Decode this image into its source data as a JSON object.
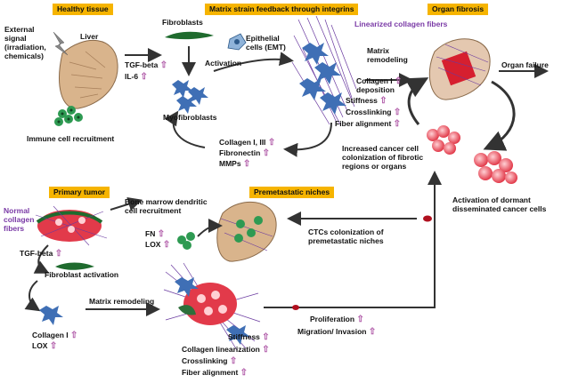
{
  "headers": {
    "healthy": "Healthy tissue",
    "matrix": "Matrix strain feedback through integrins",
    "fibrosis": "Organ fibrosis",
    "primary": "Primary tumor",
    "premet": "Premetastatic niches"
  },
  "labels": {
    "external": "External",
    "signal": "signal",
    "irradiation": "(irradiation,",
    "chemicals": "chemicals)",
    "liver": "Liver",
    "immune": "Immune cell recruitment",
    "tgf1": "TGF-beta",
    "il6": "IL-6",
    "fibroblasts": "Fibroblasts",
    "epithelial1": "Epithelial",
    "epithelial2": "cells (EMT)",
    "activation": "Activation",
    "myofib": "Myofibroblasts",
    "linearized": "Linearized collagen fibers",
    "col13": "Collagen I, III",
    "fibronectin": "Fibronectin",
    "mmps": "MMPs",
    "matrix_rem1": "Matrix",
    "matrix_rem2": "remodeling",
    "col_dep1": "Collagen I",
    "col_dep2": "deposition",
    "stiffness": "Stiffness",
    "crosslinking": "Crosslinking",
    "fiber_align": "Fiber alignment",
    "organ_failure": "Organ failure",
    "increased1": "Increased cancer cell",
    "increased2": "colonization of fibrotic",
    "increased3": "regions or organs",
    "activation_dormant1": "Activation of dormant",
    "activation_dormant2": "disseminated cancer cells",
    "normal1": "Normal",
    "normal2": "collagen",
    "normal3": "fibers",
    "tgf2": "TGF-beta",
    "fib_act": "Fibroblast activation",
    "bone1": "Bone marrow dendritic",
    "bone2": "cell recruitment",
    "fn": "FN",
    "lox": "LOX",
    "ctc1": "CTCs colonization of",
    "ctc2": "premetastatic niches",
    "matrix_rem3": "Matrix remodeling",
    "collagenI": "Collagen I",
    "lox2": "LOX",
    "stiffness2": "Stiffness",
    "col_lin": "Collagen linearization",
    "crosslinking2": "Crosslinking",
    "fiber_align2": "Fiber alignment",
    "proliferation": "Proliferation",
    "migration": "Migration/ Invasion"
  },
  "arrow_glyph": "⇧",
  "colors": {
    "header": "#f6b400",
    "arrow": "#333333",
    "up_arrow": "#b05aa8",
    "purple_text": "#7a3aa6",
    "liver": "#d9b48c",
    "immune": "#2e9a52",
    "fibroblast": "#1f6b2e",
    "myofib": "#3f6fb5",
    "tumor": "#e23a4a",
    "collagen": "#6a3aa0"
  }
}
